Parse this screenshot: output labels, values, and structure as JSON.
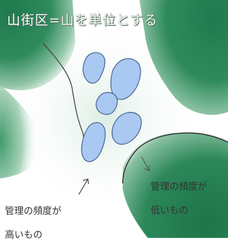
{
  "title": "山街区=山を単位とする",
  "labels": {
    "high_frequency": [
      "管理の頻度が",
      "高いもの"
    ],
    "low_frequency": [
      "管理の頻度が",
      "低いもの"
    ]
  },
  "colors": {
    "forest_dark": "#1f7a4d",
    "forest_light": "#d8ebe0",
    "pond_fill": "#a9c9f2",
    "pond_stroke": "#4f6b9a",
    "ink": "#333333"
  }
}
